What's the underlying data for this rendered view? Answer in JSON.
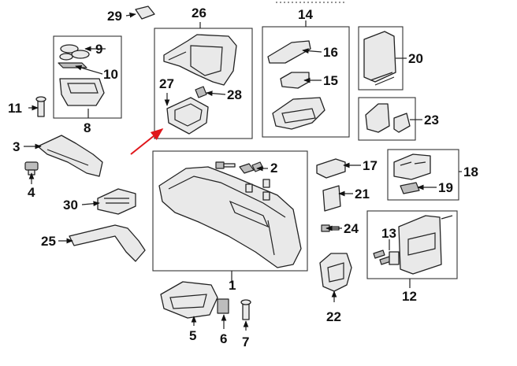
{
  "callouts": {
    "c1": "1",
    "c2": "2",
    "c3": "3",
    "c4": "4",
    "c5": "5",
    "c6": "6",
    "c7": "7",
    "c8": "8",
    "c9": "9",
    "c10": "10",
    "c11": "11",
    "c12": "12",
    "c13": "13",
    "c14": "14",
    "c15": "15",
    "c16": "16",
    "c17": "17",
    "c18": "18",
    "c19": "19",
    "c20": "20",
    "c21": "21",
    "c22": "22",
    "c23": "23",
    "c24": "24",
    "c25": "25",
    "c26": "26",
    "c27": "27",
    "c28": "28",
    "c29": "29",
    "c30": "30"
  },
  "colors": {
    "ink": "#222222",
    "arrow": "#e0161b",
    "fill": "#e9e9e9"
  },
  "highlight": {
    "target": "27",
    "icon": "red-arrow-icon"
  }
}
